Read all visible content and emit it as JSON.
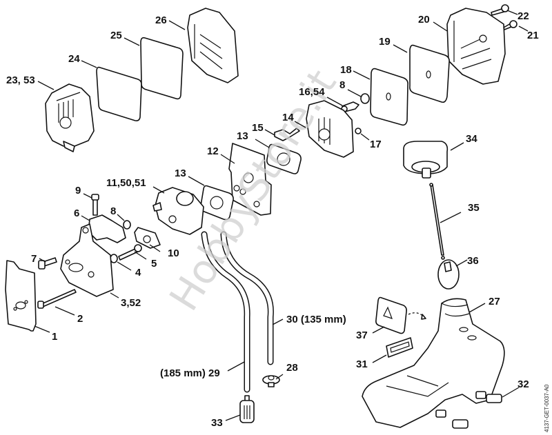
{
  "diagram": {
    "title": "Exploded parts diagram – air filter, carburetor, fuel tank",
    "watermark": "HobbyStore.it",
    "reference_code": "4137-GET-0037-A0",
    "callouts": [
      {
        "id": "23,53",
        "label": "23, 53"
      },
      {
        "id": "24",
        "label": "24"
      },
      {
        "id": "25",
        "label": "25"
      },
      {
        "id": "26",
        "label": "26"
      },
      {
        "id": "20",
        "label": "20"
      },
      {
        "id": "22",
        "label": "22"
      },
      {
        "id": "21",
        "label": "21"
      },
      {
        "id": "19",
        "label": "19"
      },
      {
        "id": "18",
        "label": "18"
      },
      {
        "id": "8a",
        "label": "8"
      },
      {
        "id": "16,54",
        "label": "16,54"
      },
      {
        "id": "14",
        "label": "14"
      },
      {
        "id": "17",
        "label": "17"
      },
      {
        "id": "15",
        "label": "15"
      },
      {
        "id": "13a",
        "label": "13"
      },
      {
        "id": "12",
        "label": "12"
      },
      {
        "id": "13b",
        "label": "13"
      },
      {
        "id": "11,50,51",
        "label": "11,50,51"
      },
      {
        "id": "9",
        "label": "9"
      },
      {
        "id": "6",
        "label": "6"
      },
      {
        "id": "8b",
        "label": "8"
      },
      {
        "id": "10",
        "label": "10"
      },
      {
        "id": "5",
        "label": "5"
      },
      {
        "id": "4",
        "label": "4"
      },
      {
        "id": "7",
        "label": "7"
      },
      {
        "id": "3,52",
        "label": "3,52"
      },
      {
        "id": "2",
        "label": "2"
      },
      {
        "id": "1",
        "label": "1"
      },
      {
        "id": "30",
        "label": "30 (135 mm)"
      },
      {
        "id": "29",
        "label": "(185 mm) 29"
      },
      {
        "id": "28",
        "label": "28"
      },
      {
        "id": "33",
        "label": "33"
      },
      {
        "id": "34",
        "label": "34"
      },
      {
        "id": "35",
        "label": "35"
      },
      {
        "id": "36",
        "label": "36"
      },
      {
        "id": "27",
        "label": "27"
      },
      {
        "id": "37",
        "label": "37"
      },
      {
        "id": "31",
        "label": "31"
      },
      {
        "id": "32",
        "label": "32"
      }
    ]
  }
}
